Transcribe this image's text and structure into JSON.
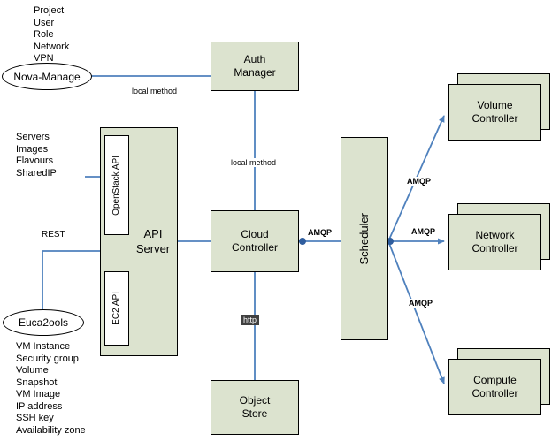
{
  "colors": {
    "node_fill": "#dce3cf",
    "node_border": "#000000",
    "connector_blue": "#4f81bd",
    "junction_dot": "#2f5d9e",
    "http_chip_bg": "#404040",
    "background": "#ffffff"
  },
  "nodes": {
    "auth_manager": "Auth\nManager",
    "api_server": "API\nServer",
    "openstack_api": "OpenStack API",
    "ec2_api": "EC2 API",
    "cloud_controller": "Cloud\nController",
    "object_store": "Object\nStore",
    "scheduler": "Scheduler",
    "volume_controller": "Volume\nController",
    "network_controller": "Network\nController",
    "compute_controller": "Compute\nController"
  },
  "actors": {
    "nova_manage": "Nova-Manage",
    "euca2ools": "Euca2ools"
  },
  "edge_labels": {
    "nova_to_auth": "local method",
    "auth_to_cloud": "local method",
    "rest": "REST",
    "http": "http",
    "amqp_cloud_to_scheduler": "AMQP",
    "amqp_to_volume": "AMQP",
    "amqp_to_network": "AMQP",
    "amqp_to_compute": "AMQP"
  },
  "lists": {
    "nova_manage_commands": [
      "Project",
      "User",
      "Role",
      "Network",
      "VPN"
    ],
    "api_resources": [
      "Servers",
      "Images",
      "Flavours",
      "SharedIP"
    ],
    "euca2ools_resources": [
      "VM Instance",
      "Security group",
      "Volume",
      "Snapshot",
      "VM Image",
      "IP address",
      "SSH key",
      "Availability zone"
    ]
  }
}
